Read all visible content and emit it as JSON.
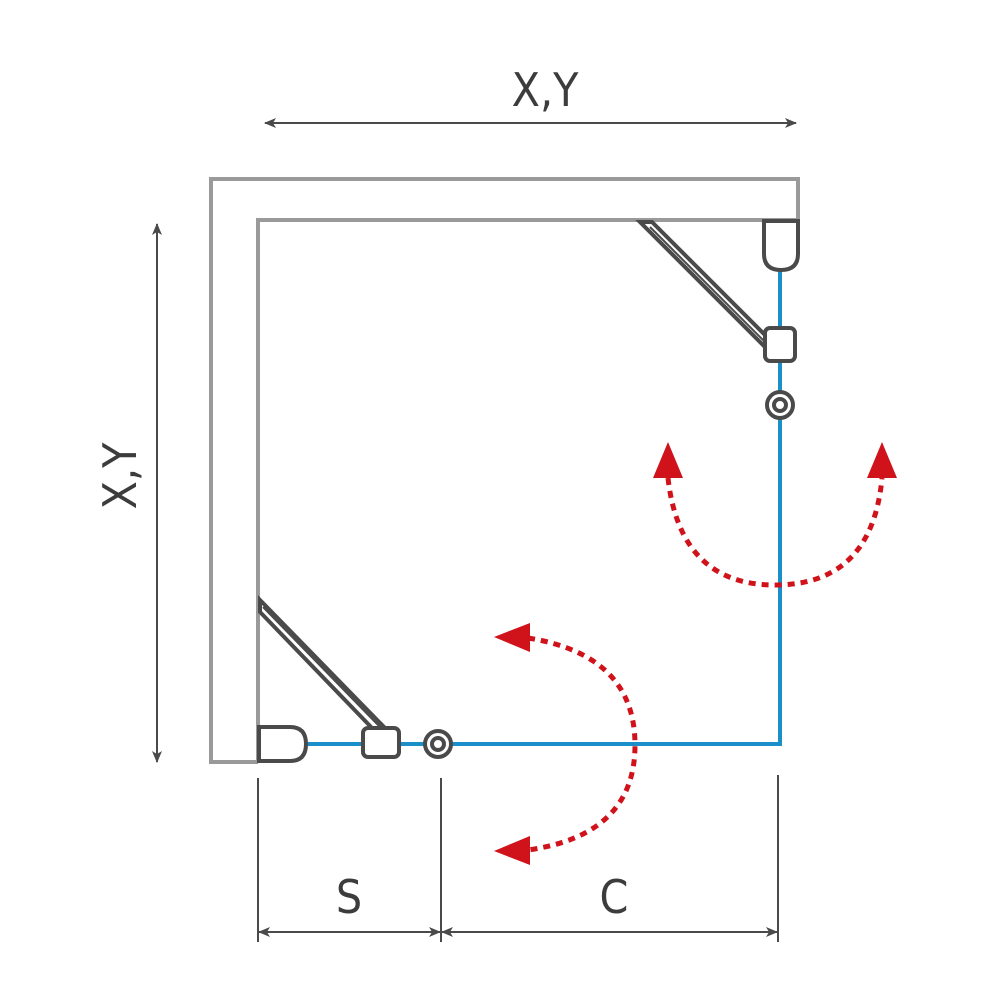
{
  "labels": {
    "top_dimension": "X,Y",
    "left_dimension": "X,Y",
    "segment_s": "S",
    "segment_c": "C"
  },
  "colors": {
    "wall": "#9a9a9a",
    "glass": "#1a8fc9",
    "hardware": "#4a4a4a",
    "swing_arrow": "#d0121b",
    "dimension": "#4a4a4a"
  }
}
